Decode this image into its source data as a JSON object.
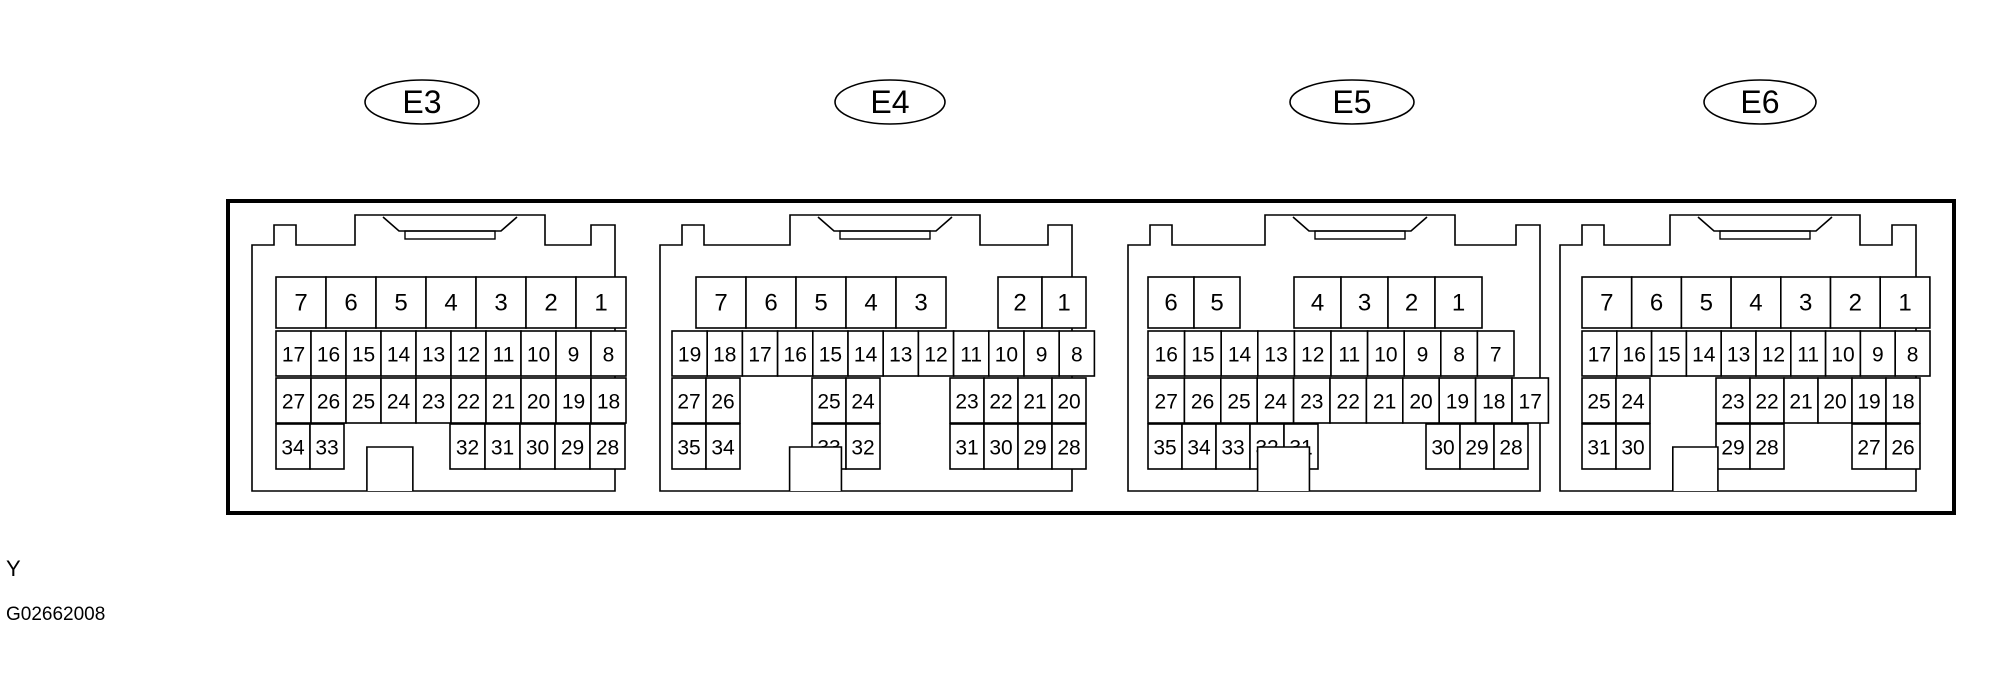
{
  "connectors": [
    {
      "label": "E3",
      "rows": [
        [
          "7",
          "6",
          "5",
          "4",
          "3",
          "2",
          "1"
        ],
        [
          "17",
          "16",
          "15",
          "14",
          "13",
          "12",
          "11",
          "10",
          "9",
          "8"
        ],
        [
          "27",
          "26",
          "25",
          "24",
          "23",
          "22",
          "21",
          "20",
          "19",
          "18"
        ],
        [
          "34",
          "33",
          "32",
          "31",
          "30",
          "29",
          "28"
        ]
      ]
    },
    {
      "label": "E4",
      "rows": [
        [
          "7",
          "6",
          "5",
          "4",
          "3",
          "2",
          "1"
        ],
        [
          "19",
          "18",
          "17",
          "16",
          "15",
          "14",
          "13",
          "12",
          "11",
          "10",
          "9",
          "8"
        ],
        [
          "27",
          "26",
          "25",
          "24",
          "23",
          "22",
          "21",
          "20"
        ],
        [
          "35",
          "34",
          "33",
          "32",
          "31",
          "30",
          "29",
          "28"
        ]
      ]
    },
    {
      "label": "E5",
      "rows": [
        [
          "6",
          "5",
          "4",
          "3",
          "2",
          "1"
        ],
        [
          "16",
          "15",
          "14",
          "13",
          "12",
          "11",
          "10",
          "9",
          "8",
          "7"
        ],
        [
          "27",
          "26",
          "25",
          "24",
          "23",
          "22",
          "21",
          "20",
          "19",
          "18",
          "17"
        ],
        [
          "35",
          "34",
          "33",
          "32",
          "31",
          "30",
          "29",
          "28"
        ]
      ]
    },
    {
      "label": "E6",
      "rows": [
        [
          "7",
          "6",
          "5",
          "4",
          "3",
          "2",
          "1"
        ],
        [
          "17",
          "16",
          "15",
          "14",
          "13",
          "12",
          "11",
          "10",
          "9",
          "8"
        ],
        [
          "25",
          "24",
          "23",
          "22",
          "21",
          "20",
          "19",
          "18"
        ],
        [
          "31",
          "30",
          "29",
          "28",
          "27",
          "26"
        ]
      ]
    }
  ],
  "view_label": "Y",
  "figure_code": "G02662008"
}
